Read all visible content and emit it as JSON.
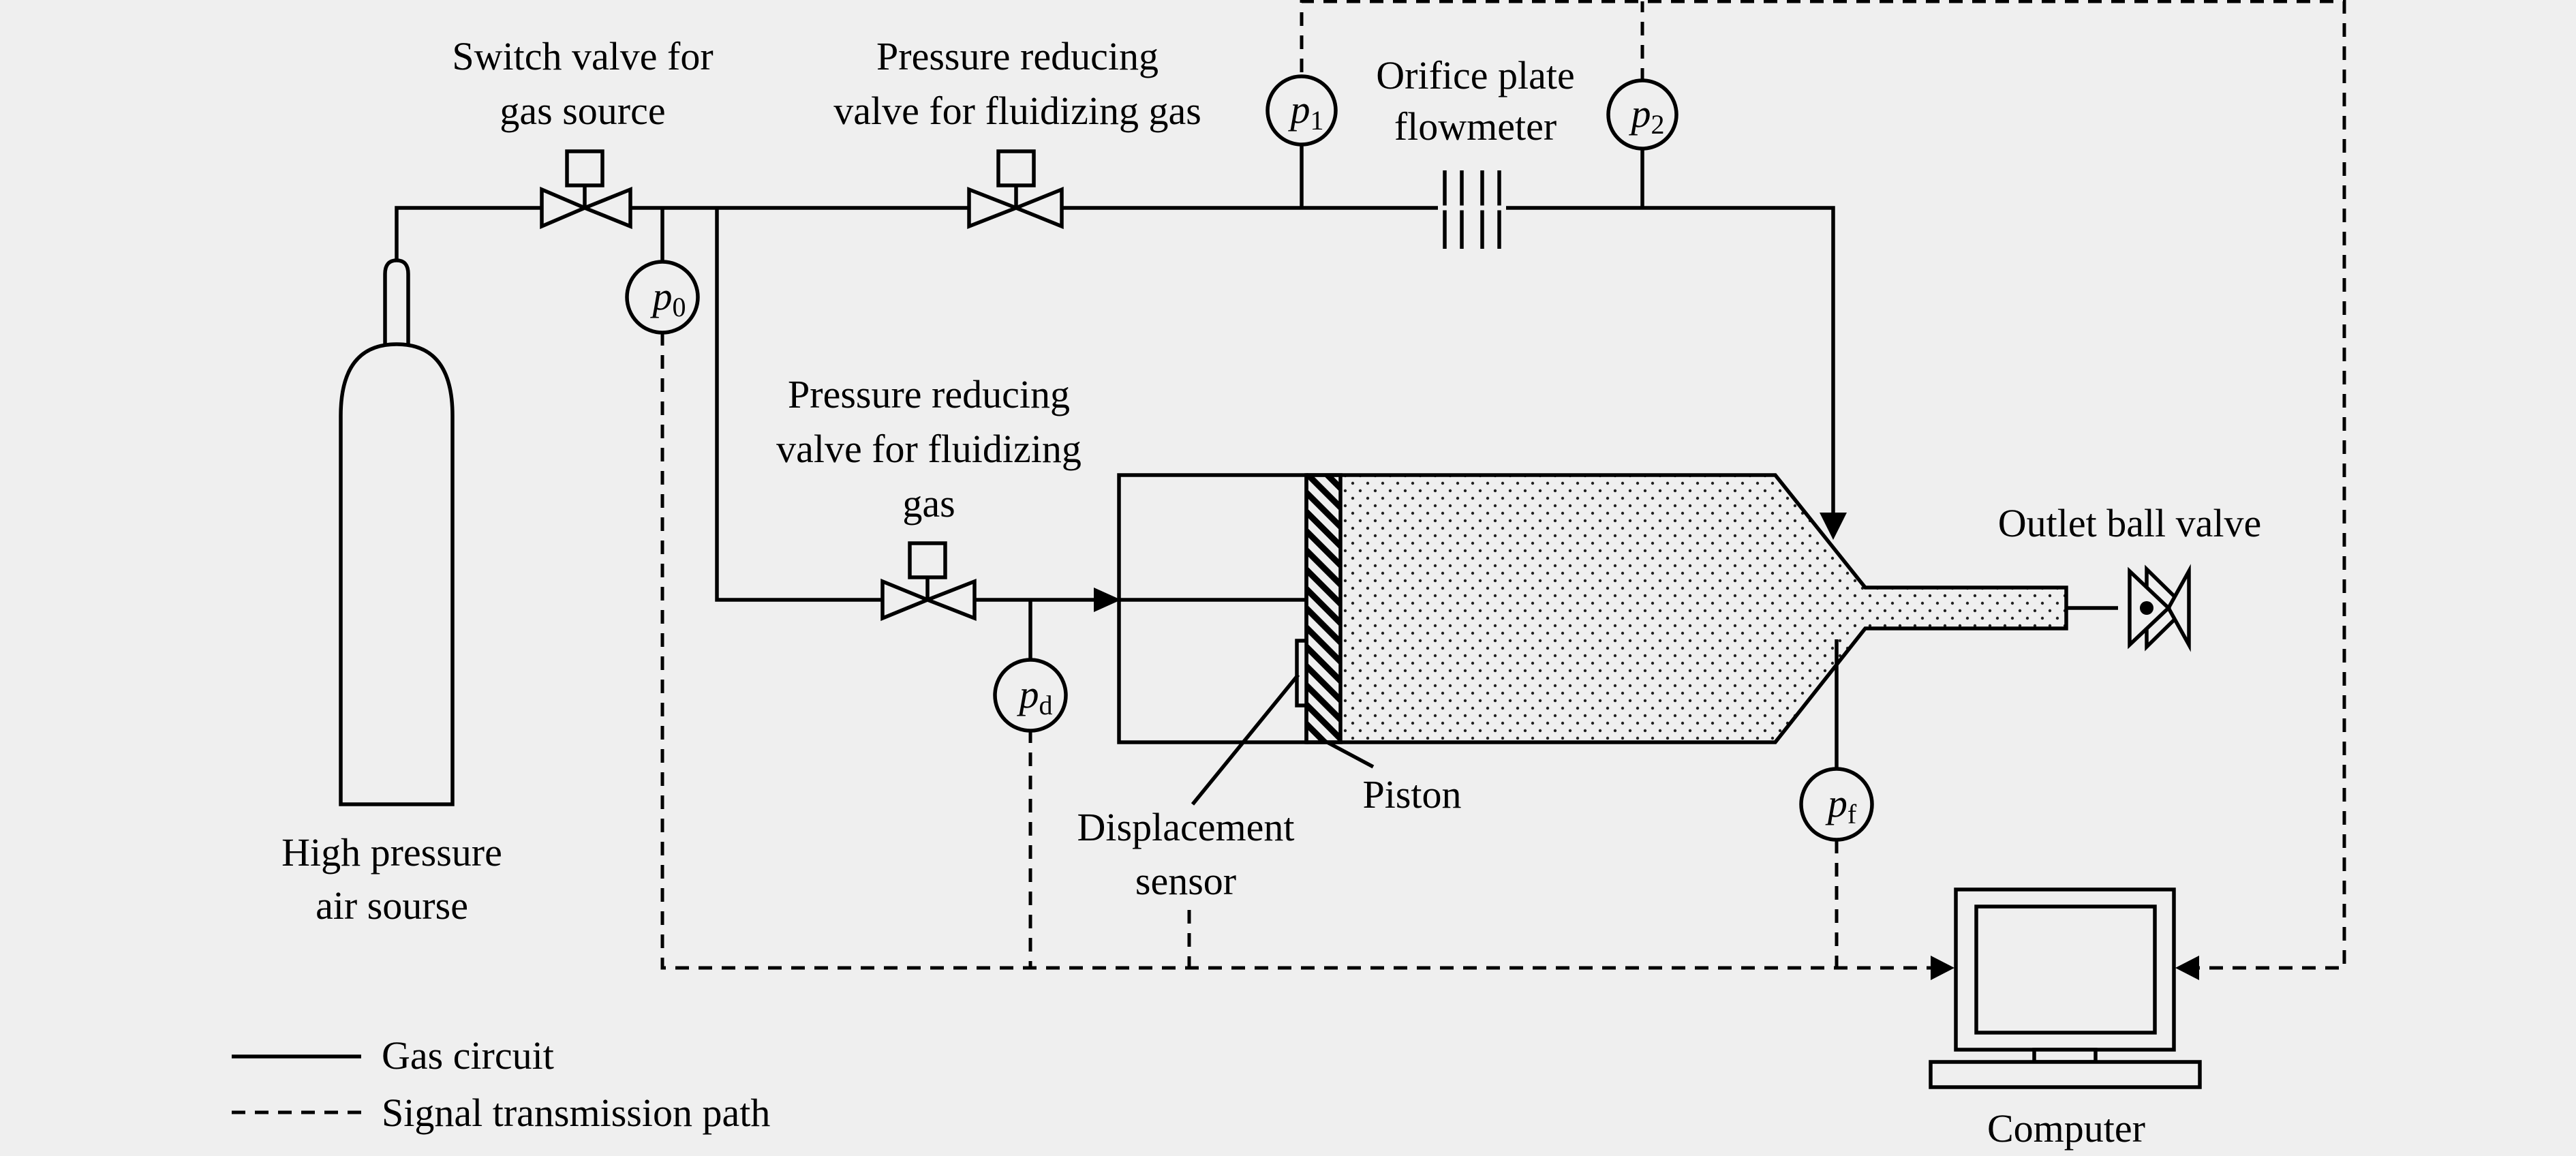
{
  "labels": {
    "switch_valve": [
      "Switch valve for",
      "gas source"
    ],
    "prv_top": [
      "Pressure reducing",
      "valve for fluidizing gas"
    ],
    "prv_lower": [
      "Pressure reducing",
      "valve for fluidizing",
      "gas"
    ],
    "orifice": [
      "Orifice plate",
      "flowmeter"
    ],
    "outlet_valve": "Outlet ball valve",
    "air_source": [
      "High pressure",
      "air sourse"
    ],
    "displacement_sensor": [
      "Displacement",
      "sensor"
    ],
    "piston": "Piston",
    "computer": "Computer"
  },
  "gauges": {
    "p0": {
      "symbol": "p",
      "sub": "0"
    },
    "p1": {
      "symbol": "p",
      "sub": "1"
    },
    "p2": {
      "symbol": "p",
      "sub": "2"
    },
    "pd": {
      "symbol": "p",
      "sub": "d"
    },
    "pf": {
      "symbol": "p",
      "sub": "f"
    }
  },
  "legend": {
    "solid": "Gas circuit",
    "dashed": "Signal transmission path"
  }
}
